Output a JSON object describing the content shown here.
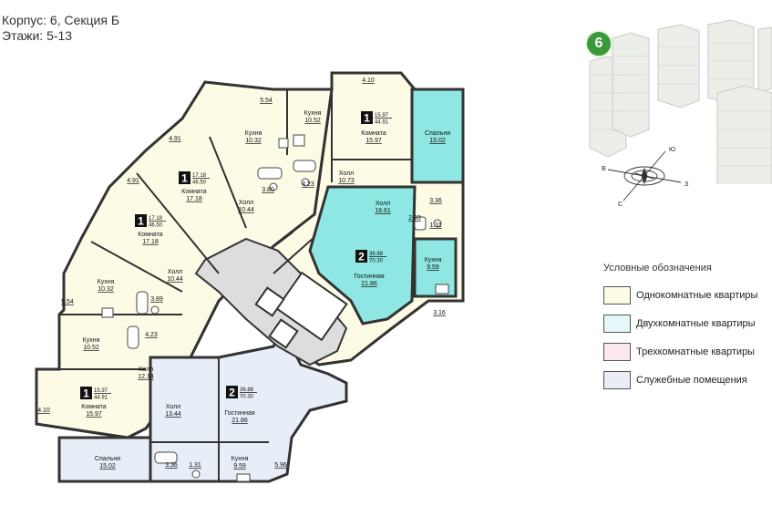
{
  "header": {
    "building": "Корпус: 6, Секция Б",
    "floors": "Этажи: 5-13"
  },
  "building_badge": "6",
  "compass": {
    "n": "Ю",
    "e": "З",
    "s": "С",
    "w": "В"
  },
  "legend": {
    "title": "Условные обозначения",
    "items": [
      {
        "label": "Однокомнатные квартиры",
        "color": "#fdfbe6"
      },
      {
        "label": "Двухкомнатные квартиры",
        "color": "#e6f7fa"
      },
      {
        "label": "Трехкомнатные квартиры",
        "color": "#fbe8ee"
      },
      {
        "label": "Служебные помещения",
        "color": "#e8edf6"
      }
    ]
  },
  "colors": {
    "highlight": "#8ee7e2",
    "common": "#dddddd",
    "wall": "#333333",
    "one_room": "#fdfbe6",
    "two_room": "#e8eef8"
  },
  "plan": {
    "badges": [
      {
        "num": "1",
        "top": "15.97",
        "bottom": "44.91"
      },
      {
        "num": "1",
        "top": "17.18",
        "bottom": "46.50"
      },
      {
        "num": "1",
        "top": "17.18",
        "bottom": "46.50"
      },
      {
        "num": "2",
        "top": "36.88",
        "bottom": "70.30"
      },
      {
        "num": "2",
        "top": "36.88",
        "bottom": "70.30"
      },
      {
        "num": "1",
        "top": "15.97",
        "bottom": "44.91"
      }
    ],
    "rooms": [
      {
        "name": "Кухня",
        "area": "10.52"
      },
      {
        "name": "Комната",
        "area": "15.97"
      },
      {
        "name": "Спальня",
        "area": "15.02"
      },
      {
        "name": "Кухня",
        "area": "10.32"
      },
      {
        "name": "Холл",
        "area": "10.73"
      },
      {
        "name": "Комната",
        "area": "17.18"
      },
      {
        "name": "Холл",
        "area": "10.44"
      },
      {
        "name": "Холл",
        "area": "18.61"
      },
      {
        "name": "Комната",
        "area": "17.18"
      },
      {
        "name": "Гостинная",
        "area": "21.86"
      },
      {
        "name": "Кухня",
        "area": "9.59"
      },
      {
        "name": "Кухня",
        "area": "10.32"
      },
      {
        "name": "Холл",
        "area": "10.44"
      },
      {
        "name": "Кухня",
        "area": "10.52"
      },
      {
        "name": "Холл",
        "area": "12.14"
      },
      {
        "name": "Комната",
        "area": "15.97"
      },
      {
        "name": "Холл",
        "area": "13.44"
      },
      {
        "name": "Гостинная",
        "area": "21.86"
      },
      {
        "name": "Спальня",
        "area": "15.02"
      },
      {
        "name": "Кухня",
        "area": "9.59"
      }
    ],
    "areas": [
      "4.10",
      "5.54",
      "4.91",
      "4.91",
      "3.80",
      "4.23",
      "3.36",
      "2.83",
      "1.31",
      "5.54",
      "3.89",
      "4.23",
      "3.16",
      "4.10",
      "3.36",
      "1.31",
      "5.96"
    ]
  }
}
